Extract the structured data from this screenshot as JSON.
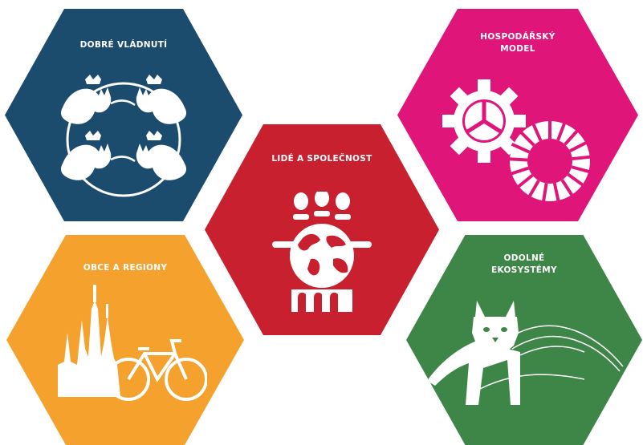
{
  "tiles": [
    {
      "title": "DOBRÉ VLÁDNUTÍ",
      "color": "#1b4c6e",
      "icon": "lions-crest-icon"
    },
    {
      "title": "HOSPODÁŘSKÝ\nMODEL",
      "color": "#e0157a",
      "icon": "gears-icon"
    },
    {
      "title": "LIDÉ A SPOLEČNOST",
      "color": "#c8202f",
      "icon": "people-globe-bridge-icon"
    },
    {
      "title": "OBCE A REGIONY",
      "color": "#f4a12e",
      "icon": "city-bicycle-icon"
    },
    {
      "title": "ODOLNÉ\nEKOSYSTÉMY",
      "color": "#3e8548",
      "icon": "lynx-landscape-icon"
    }
  ]
}
